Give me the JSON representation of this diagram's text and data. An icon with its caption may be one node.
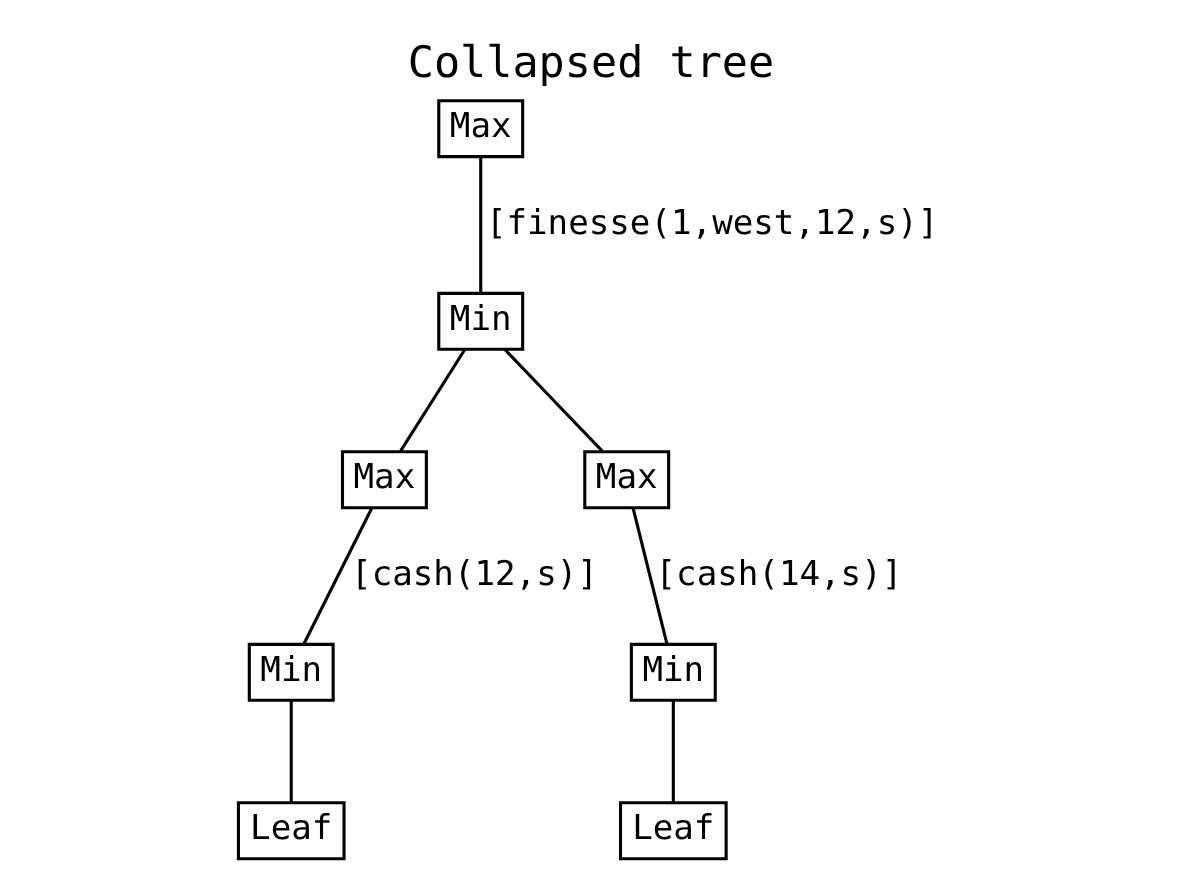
{
  "diagram": {
    "title": "Collapsed tree",
    "nodes": [
      {
        "text": [
          "Max"
        ]
      },
      {
        "text": [
          "Min"
        ]
      },
      {
        "text": [
          "Max"
        ]
      },
      {
        "text": [
          "Max"
        ]
      },
      {
        "text": [
          "Min"
        ]
      },
      {
        "text": [
          "Min"
        ]
      },
      {
        "text": [
          "Leaf"
        ]
      },
      {
        "text": [
          "Leaf"
        ]
      }
    ],
    "edges": [
      {
        "from": 0,
        "to": 1,
        "arrow": "none",
        "label": "[finesse(1,west,12,s)]"
      },
      {
        "from": 1,
        "to": 2,
        "arrow": "none"
      },
      {
        "from": 1,
        "to": 3,
        "arrow": "none"
      },
      {
        "from": 2,
        "to": 4,
        "arrow": "none",
        "label": "[cash(12,s)]"
      },
      {
        "from": 3,
        "to": 5,
        "arrow": "none",
        "label": "[cash(14,s)]"
      },
      {
        "from": 4,
        "to": 6,
        "arrow": "none"
      },
      {
        "from": 5,
        "to": 7,
        "arrow": "none"
      }
    ]
  }
}
